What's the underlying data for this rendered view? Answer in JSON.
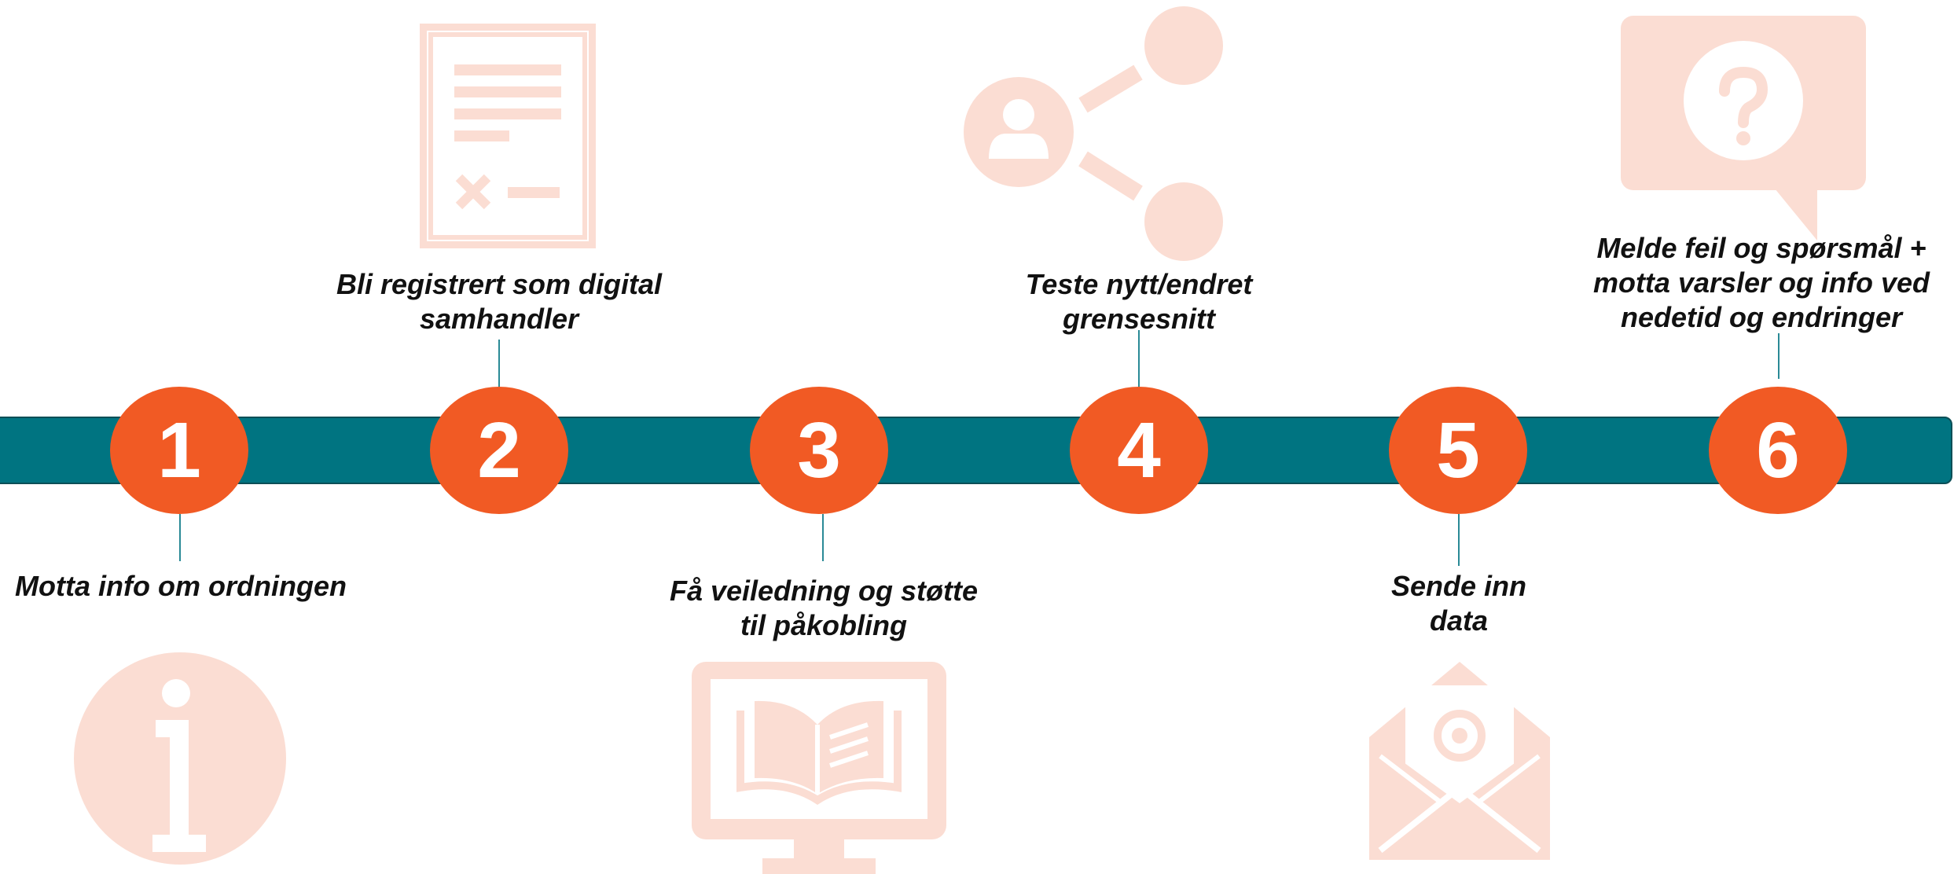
{
  "colors": {
    "bar": "#007481",
    "circle": "#f15a24",
    "icon": "#fbddd3"
  },
  "steps": [
    {
      "number": "1",
      "lines": [
        "Motta info om ordningen"
      ],
      "icon": "info-icon"
    },
    {
      "number": "2",
      "lines": [
        "Bli registrert som digital",
        "samhandler"
      ],
      "icon": "document-form-icon"
    },
    {
      "number": "3",
      "lines": [
        "Få veiledning og støtte",
        "til påkobling"
      ],
      "icon": "monitor-book-icon"
    },
    {
      "number": "4",
      "lines": [
        "Teste nytt/endret",
        "grensesnitt"
      ],
      "icon": "share-network-icon"
    },
    {
      "number": "5",
      "lines": [
        "Sende inn",
        "data"
      ],
      "icon": "email-envelope-icon"
    },
    {
      "number": "6",
      "lines": [
        "Melde feil og spørsmål +",
        "motta varsler og info ved",
        "nedetid og endringer"
      ],
      "icon": "question-speech-bubble-icon"
    }
  ]
}
